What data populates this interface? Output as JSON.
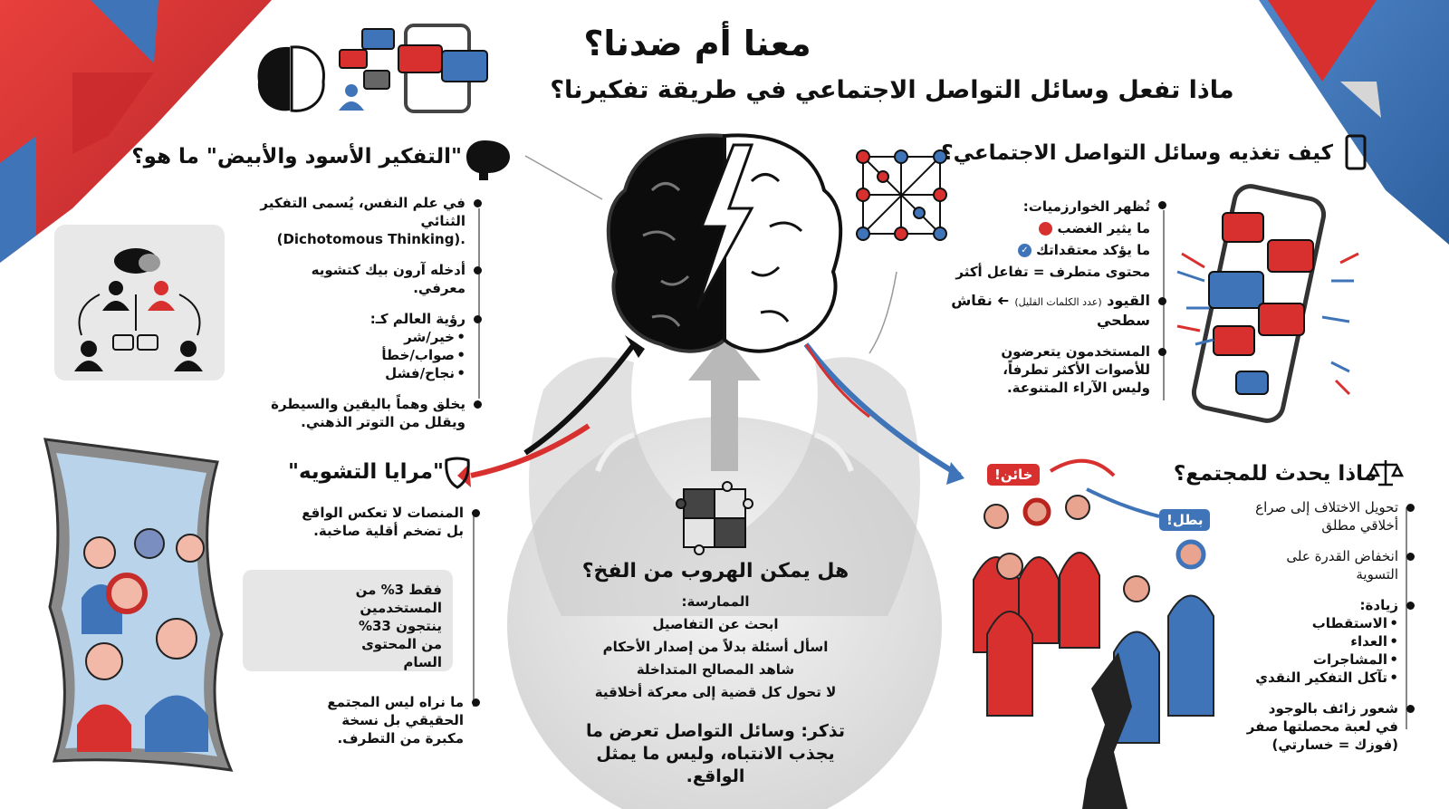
{
  "header": {
    "title": "معنا أم ضدنا؟",
    "subtitle": "ماذا تفعل وسائل التواصل الاجتماعي في طريقة تفكيرنا؟"
  },
  "colors": {
    "red": "#d8302f",
    "blue": "#3f74b8",
    "dark": "#111111",
    "gray": "#bdbdbd",
    "panel": "#e6e6e6"
  },
  "black_white": {
    "heading": "\"التفكير الأسود والأبيض\" ما هو؟",
    "icon": "brain-icon",
    "bullets": [
      {
        "text": "في علم النفس، يُسمى التفكير الثنائي",
        "extra": "(Dichotomous Thinking)."
      },
      {
        "text": "أدخله آرون بيك كتشويه معرفي."
      },
      {
        "text": "رؤية العالم كـ:",
        "subs": [
          "خير/شر",
          "صواب/خطأ",
          "نجاح/فشل"
        ]
      },
      {
        "text": "يخلق وهماً باليقين والسيطرة ويقلل من التوتر الذهني."
      }
    ]
  },
  "social_feed": {
    "heading": "كيف تغذيه وسائل التواصل الاجتماعي؟",
    "icon": "smartphone-icon",
    "bullets": [
      {
        "text": "تُظهر الخوارزميات:",
        "lines": [
          "ما يثير الغضب",
          "ما يؤكد معتقداتك",
          "محتوى متطرف = تفاعل أكثر"
        ]
      },
      {
        "text": "القيود",
        "small": "(عدد الكلمات القليل)",
        "arrow": "➜",
        "result": "نقاش سطحي"
      },
      {
        "text": "المستخدمون يتعرضون للأصوات الأكثر تطرفاً، وليس الآراء المتنوعة."
      }
    ],
    "line_icons": [
      "angry-face-icon",
      "check-badge-icon"
    ]
  },
  "mirrors": {
    "heading": "\"مرايا التشويه\"",
    "icon": "theater-mask-icon",
    "bullets": [
      {
        "text": "المنصات لا تعكس الواقع بل تضخم أقلية صاخبة."
      },
      {
        "text": "ما نراه ليس المجتمع الحقيقي بل نسخة مكبرة من التطرف."
      }
    ],
    "stat": {
      "text": "فقط 3% من المستخدمين ينتجون 33% من المحتوى السام",
      "minority_pct": "3%",
      "content_pct": "33%",
      "icon": "toxic-cloud-crowd-icon"
    }
  },
  "escape": {
    "heading": "هل يمكن الهروب من الفخ؟",
    "icon": "puzzle-icon",
    "practice_label": "الممارسة:",
    "practices": [
      "ابحث عن التفاصيل",
      "اسأل أسئلة بدلاً من إصدار الأحكام",
      "شاهد المصالح المتداخلة",
      "لا تحول كل قضية إلى معركة أخلاقية"
    ],
    "reminder": "تذكر: وسائل التواصل تعرض ما يجذب الانتباه، وليس ما يمثل الواقع."
  },
  "society": {
    "heading": "ماذا يحدث للمجتمع؟",
    "icon": "scales-icon",
    "labels": {
      "traitor": "خائن!",
      "hero": "بطل!"
    },
    "bullets": [
      {
        "text": "تحويل الاختلاف إلى صراع أخلاقي مطلق"
      },
      {
        "text": "انخفاض القدرة على التسوية"
      },
      {
        "text": "زيادة:",
        "subs": [
          "الاستقطاب",
          "العداء",
          "المشاجرات",
          "تآكل التفكير النقدي"
        ]
      },
      {
        "text": "شعور زائف بالوجود في لعبة محصلتها صفر (فوزك = خسارتي)"
      }
    ]
  }
}
